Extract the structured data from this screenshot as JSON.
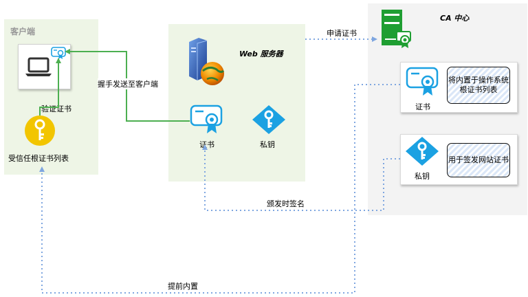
{
  "client": {
    "title": "客户端",
    "verify_label": "验证证书",
    "trusted_list_label": "受信任根证书列表"
  },
  "web_server": {
    "title": "Web 服务器",
    "cert_label": "证书",
    "private_key_label": "私钥"
  },
  "ca": {
    "title": "CA 中心",
    "cert_label": "证书",
    "cert_note": "将内置于操作系统根证书列表",
    "private_key_label": "私钥",
    "key_note": "用于签发网站证书"
  },
  "arrows": {
    "handshake": "握手发送至客户端",
    "apply_cert": "申请证书",
    "issue_sign": "颁发时签名",
    "preinstall": "提前内置"
  },
  "colors": {
    "panel_bg": "#eef5e6",
    "ca_bg": "#f3f3f3",
    "green_line": "#4caf50",
    "dotted_blue": "#7ea6e0",
    "icon_blue": "#1ba1e2",
    "server_green": "#1f9e32",
    "key_yellow": "#f2c500"
  }
}
